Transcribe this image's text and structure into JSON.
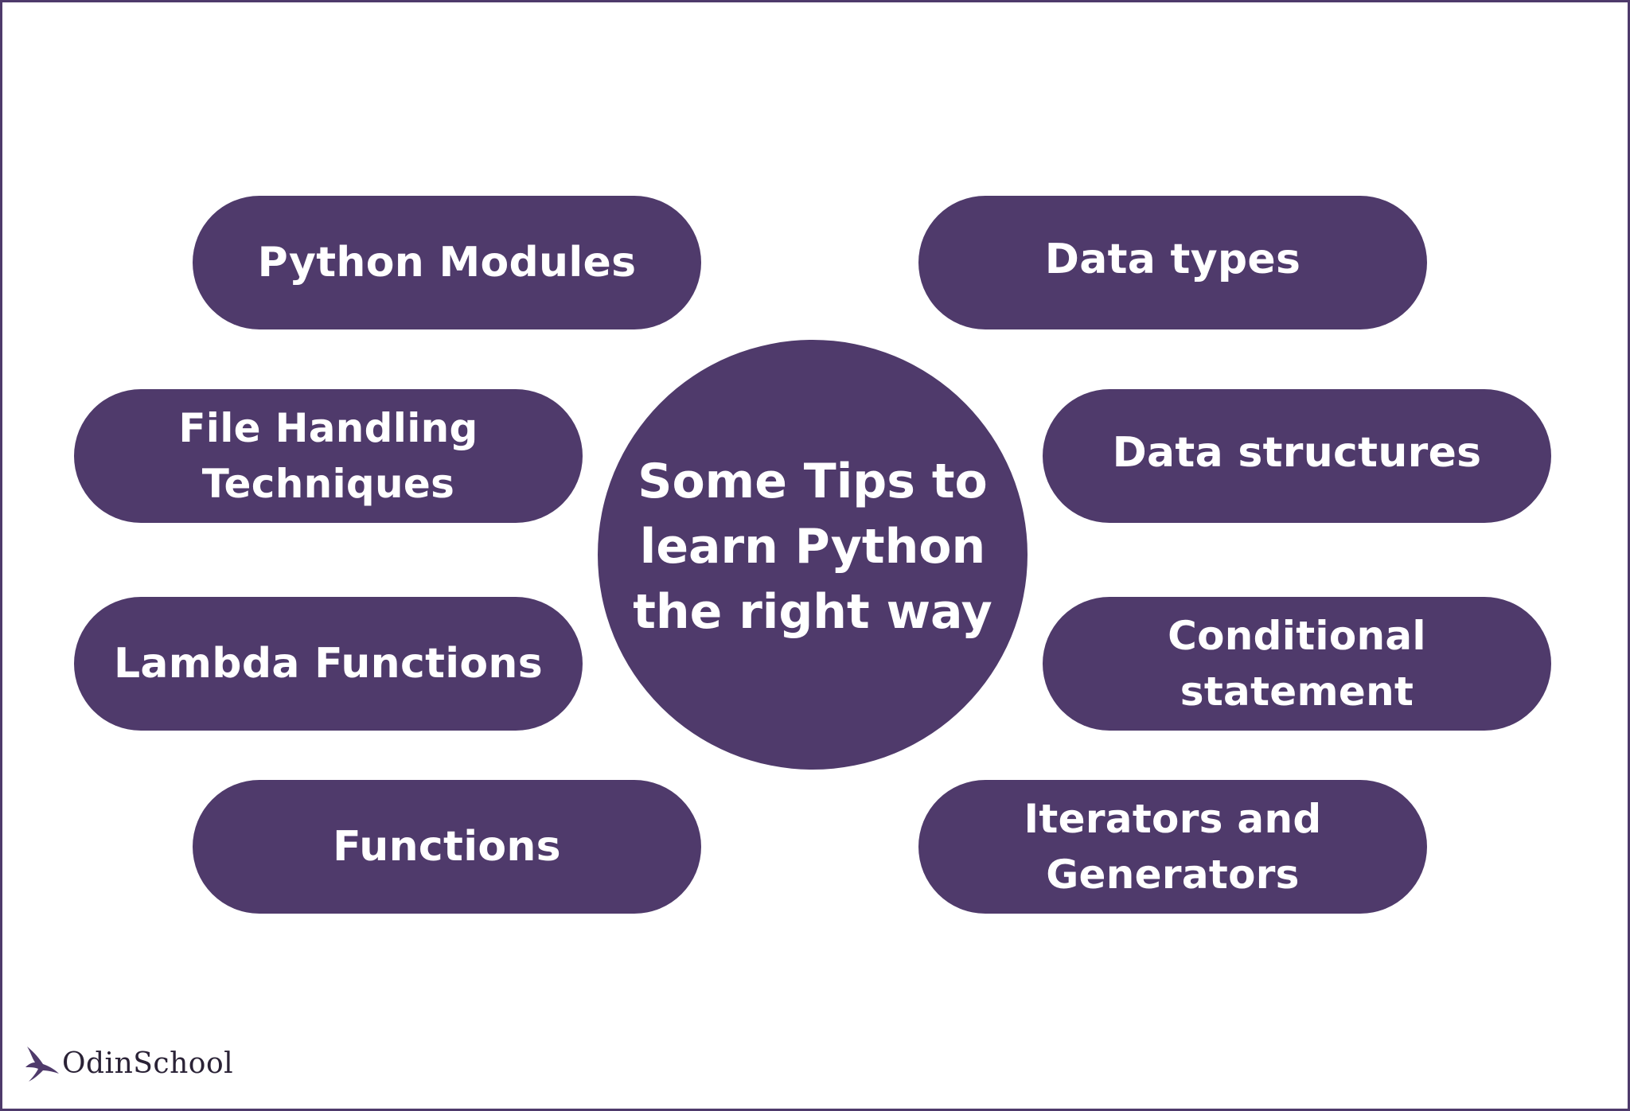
{
  "colors": {
    "accent": "#4f3a6b",
    "text_on_accent": "#ffffff",
    "border": "#4e3a6b",
    "background": "#ffffff"
  },
  "center": {
    "title": "Some Tips to\nlearn Python\nthe right way"
  },
  "tips": {
    "python_modules": "Python Modules",
    "file_handling": "File Handling\nTechniques",
    "lambda_functions": "Lambda Functions",
    "functions": "Functions",
    "data_types": "Data types",
    "data_structures": "Data structures",
    "conditional_statement": "Conditional\nstatement",
    "iterators_generators": "Iterators and\nGenerators"
  },
  "logo": {
    "icon": "bird-icon",
    "text": "OdinSchool"
  }
}
